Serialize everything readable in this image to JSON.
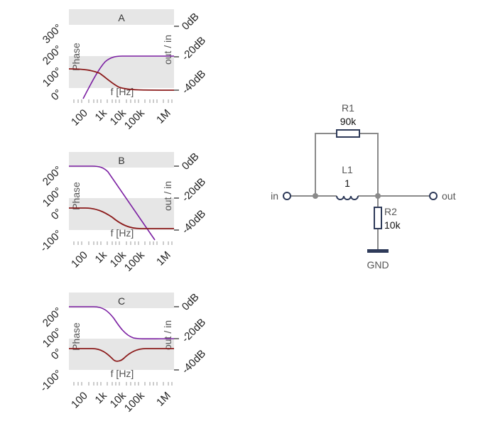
{
  "plots": [
    {
      "label": "A",
      "phase_label": "Phase",
      "mag_label": "out / in",
      "x_label": "f [Hz]",
      "phase_ticks": [
        "300°",
        "200°",
        "100°",
        "0°"
      ],
      "db_ticks": [
        "0dB",
        "-20dB",
        "-40dB"
      ],
      "freq_ticks": [
        "100",
        "1k",
        "10k",
        "100k",
        "1M"
      ]
    },
    {
      "label": "B",
      "phase_label": "Phase",
      "mag_label": "out / in",
      "x_label": "f [Hz]",
      "phase_ticks": [
        "200°",
        "100°",
        "0°",
        "-100°"
      ],
      "db_ticks": [
        "0dB",
        "-20dB",
        "-40dB"
      ],
      "freq_ticks": [
        "100",
        "1k",
        "10k",
        "100k",
        "1M"
      ]
    },
    {
      "label": "C",
      "phase_label": "Phase",
      "mag_label": "out / in",
      "x_label": "f [Hz]",
      "phase_ticks": [
        "200°",
        "100°",
        "0°",
        "-100°"
      ],
      "db_ticks": [
        "0dB",
        "-20dB",
        "-40dB"
      ],
      "freq_ticks": [
        "100",
        "1k",
        "10k",
        "100k",
        "1M"
      ]
    }
  ],
  "circuit": {
    "r1_name": "R1",
    "r1_value": "90k",
    "l1_name": "L1",
    "l1_value": "1",
    "r2_name": "R2",
    "r2_value": "10k",
    "in_label": "in",
    "out_label": "out",
    "gnd_label": "GND"
  },
  "colors": {
    "magnitude": "#7b1fa2",
    "phase": "#8b1a1a",
    "band": "#e6e6e6",
    "wire": "#8a8a8a",
    "component": "#2e3a59"
  }
}
